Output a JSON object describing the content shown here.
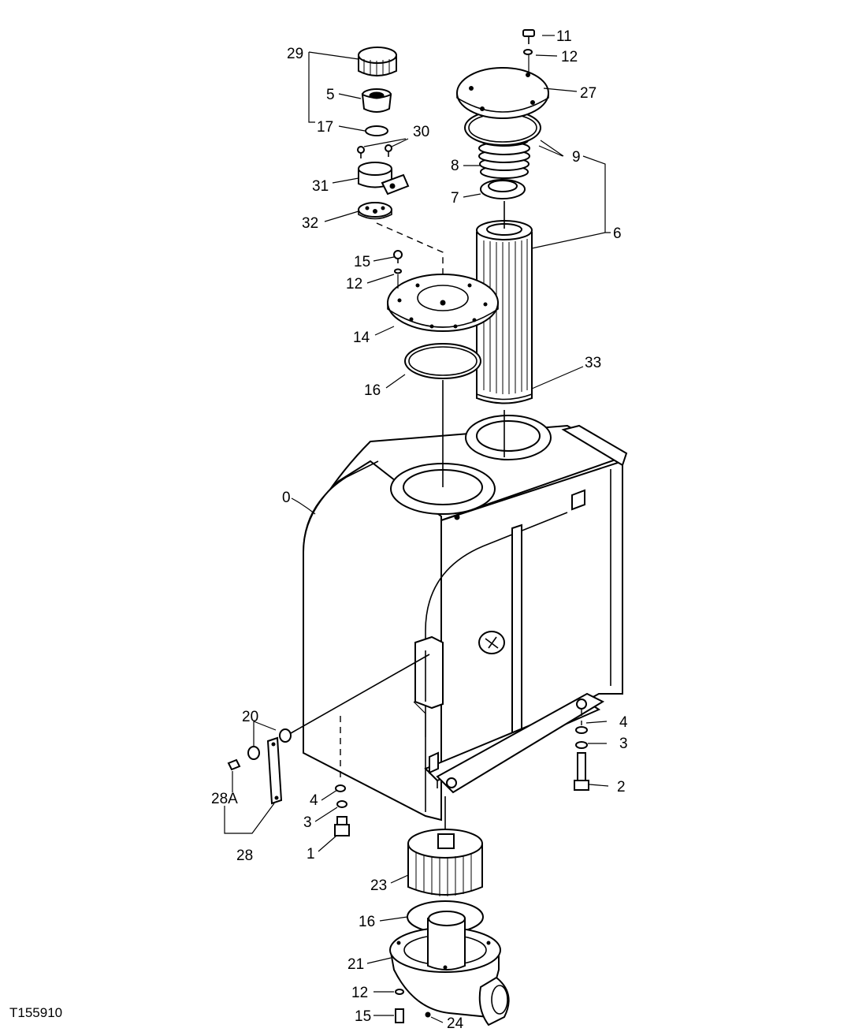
{
  "figure_id": "T155910",
  "callouts": {
    "c11": "11",
    "c12a": "12",
    "c27": "27",
    "c9": "9",
    "c8": "8",
    "c7": "7",
    "c6": "6",
    "c29": "29",
    "c5": "5",
    "c17": "17",
    "c30": "30",
    "c31": "31",
    "c32": "32",
    "c15a": "15",
    "c12b": "12",
    "c14": "14",
    "c16a": "16",
    "c33": "33",
    "c0": "0",
    "c4a": "4",
    "c3a": "3",
    "c2": "2",
    "c20": "20",
    "c28A": "28A",
    "c28": "28",
    "c4b": "4",
    "c3b": "3",
    "c1": "1",
    "c23": "23",
    "c16b": "16",
    "c21": "21",
    "c12c": "12",
    "c15b": "15",
    "c24": "24"
  }
}
